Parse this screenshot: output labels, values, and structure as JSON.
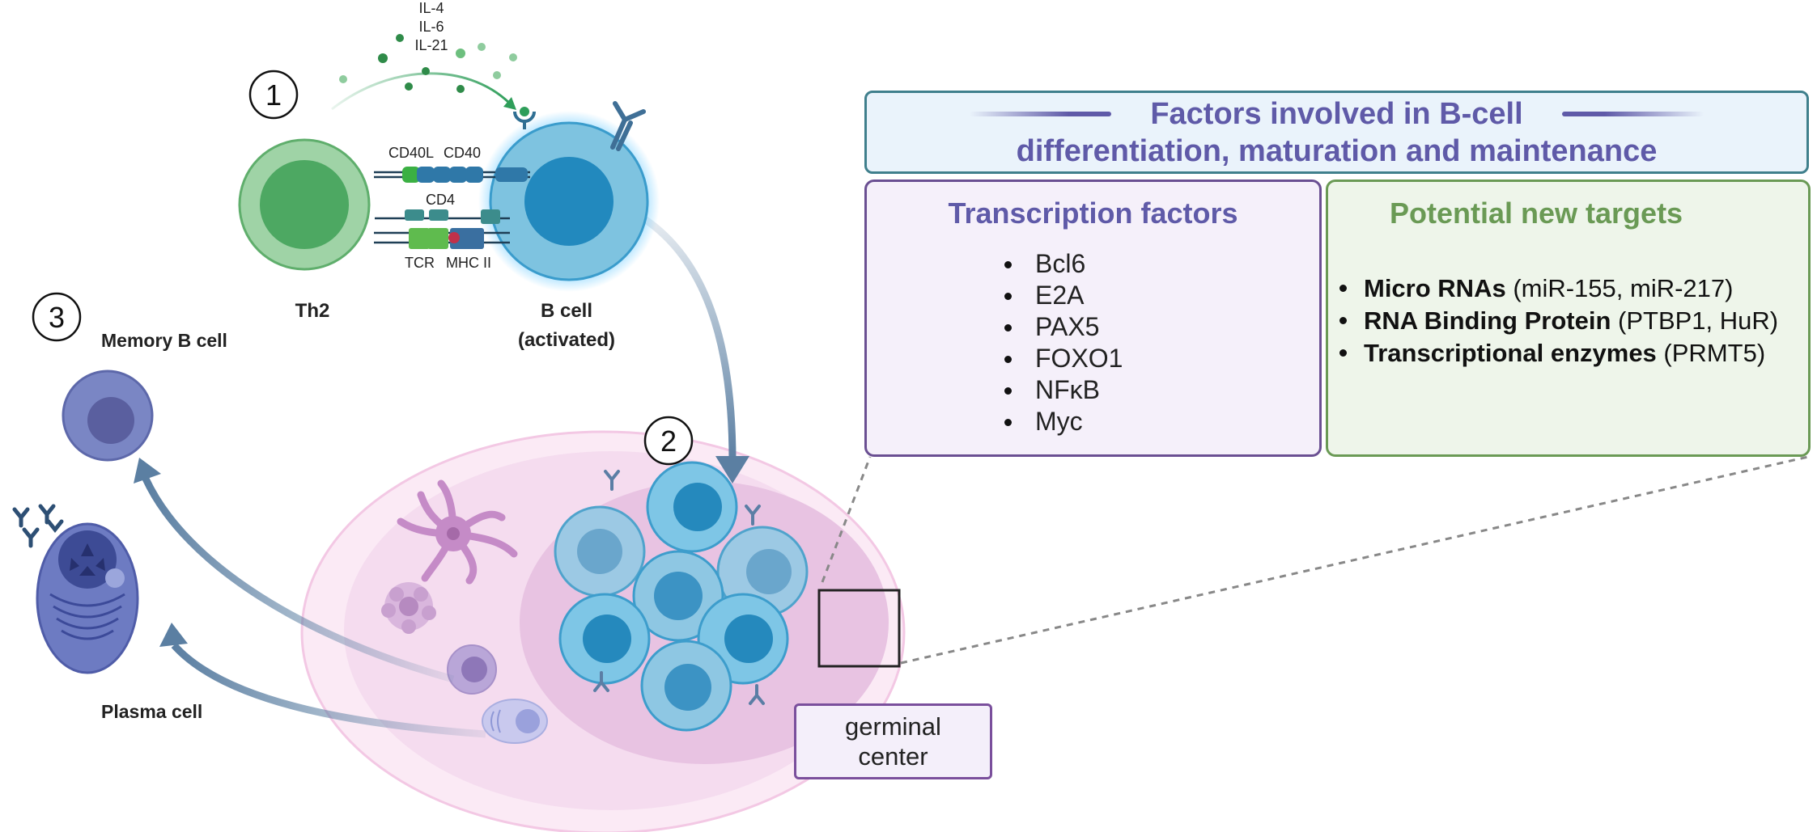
{
  "cytokines": [
    "IL-4",
    "IL-6",
    "IL-21"
  ],
  "steps": [
    "1",
    "2",
    "3"
  ],
  "cells": {
    "th2": "Th2",
    "bcell_line1": "B cell",
    "bcell_line2": "(activated)",
    "memory": "Memory B cell",
    "plasma": "Plasma cell"
  },
  "molecules": {
    "cd40l": "CD40L",
    "cd40": "CD40",
    "cd4": "CD4",
    "tcr": "TCR",
    "mhc": "MHC II"
  },
  "germinal_center": {
    "line1": "germinal",
    "line2": "center"
  },
  "factors_panel": {
    "title_line1": "Factors involved in B-cell",
    "title_line2": "differentiation, maturation and maintenance"
  },
  "transcription": {
    "heading": "Transcription factors",
    "items": [
      "Bcl6",
      "E2A",
      "PAX5",
      "FOXO1",
      "NFκB",
      "Myc"
    ]
  },
  "targets": {
    "heading": "Potential new targets",
    "items": [
      {
        "bold": "Micro RNAs",
        "rest": " (miR-155, miR-217)"
      },
      {
        "bold": "RNA Binding Protein",
        "rest": " (PTBP1, HuR)"
      },
      {
        "bold": "Transcriptional enzymes",
        "rest": " (PRMT5)"
      }
    ]
  },
  "colors": {
    "th2": "#9fd3a6",
    "bcell": "#7ec3e0",
    "title_purple": "#5f5aa8",
    "green_heading": "#6a9a55",
    "arrow": "#5b7fa2"
  }
}
